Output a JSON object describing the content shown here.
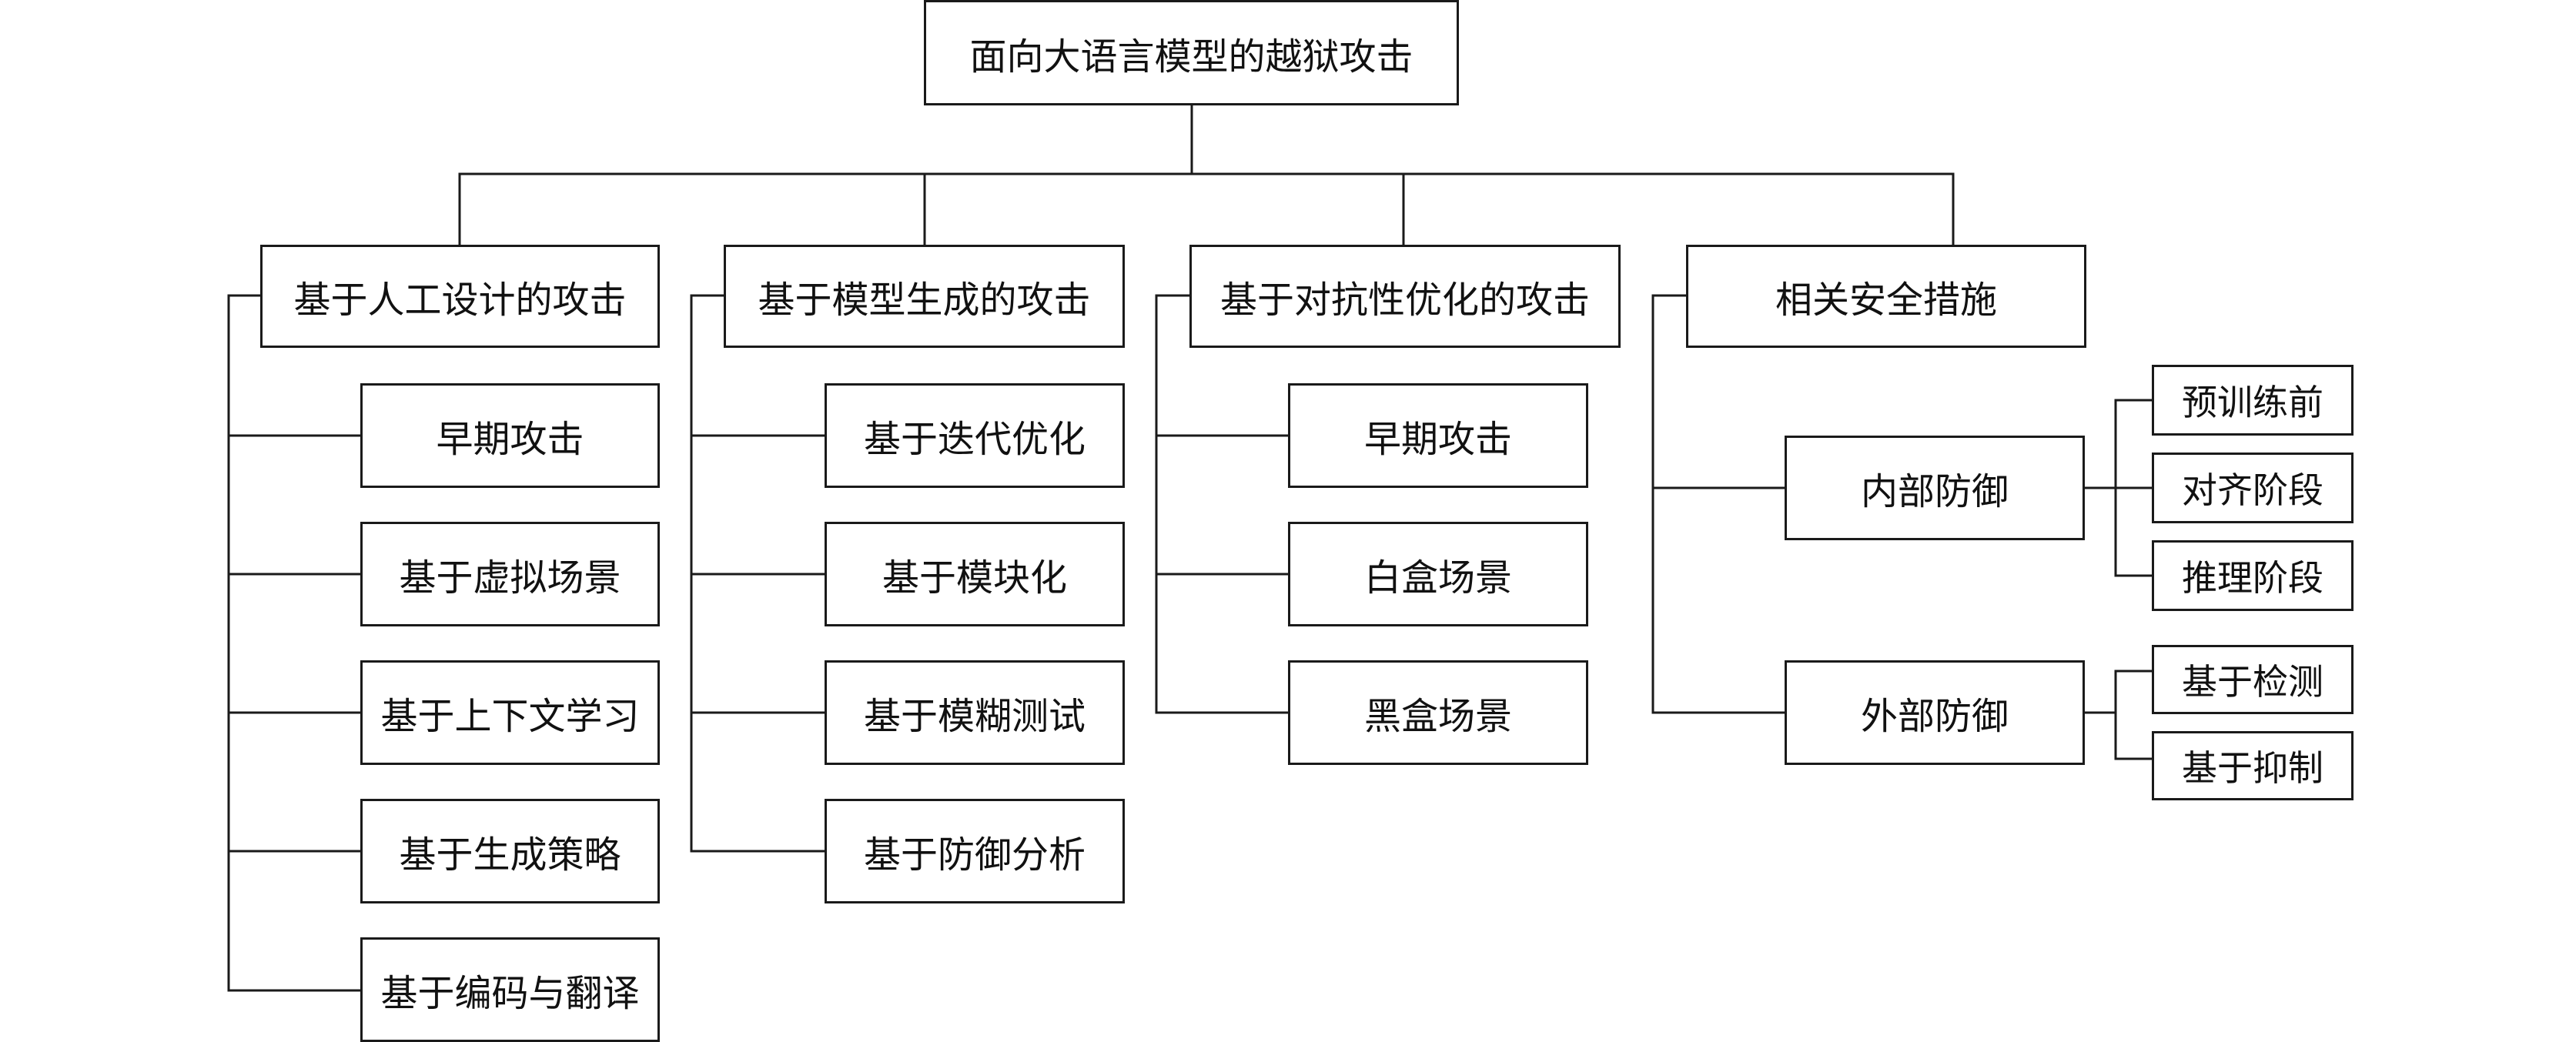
{
  "diagram": {
    "root": "面向大语言模型的越狱攻击",
    "categories": [
      {
        "title": "基于人工设计的攻击",
        "children": [
          "早期攻击",
          "基于虚拟场景",
          "基于上下文学习",
          "基于生成策略",
          "基于编码与翻译"
        ]
      },
      {
        "title": "基于模型生成的攻击",
        "children": [
          "基于迭代优化",
          "基于模块化",
          "基于模糊测试",
          "基于防御分析"
        ]
      },
      {
        "title": "基于对抗性优化的攻击",
        "children": [
          "早期攻击",
          "白盒场景",
          "黑盒场景"
        ]
      },
      {
        "title": "相关安全措施",
        "children": [
          {
            "title": "内部防御",
            "children": [
              "预训练前",
              "对齐阶段",
              "推理阶段"
            ]
          },
          {
            "title": "外部防御",
            "children": [
              "基于检测",
              "基于抑制"
            ]
          }
        ]
      }
    ]
  }
}
